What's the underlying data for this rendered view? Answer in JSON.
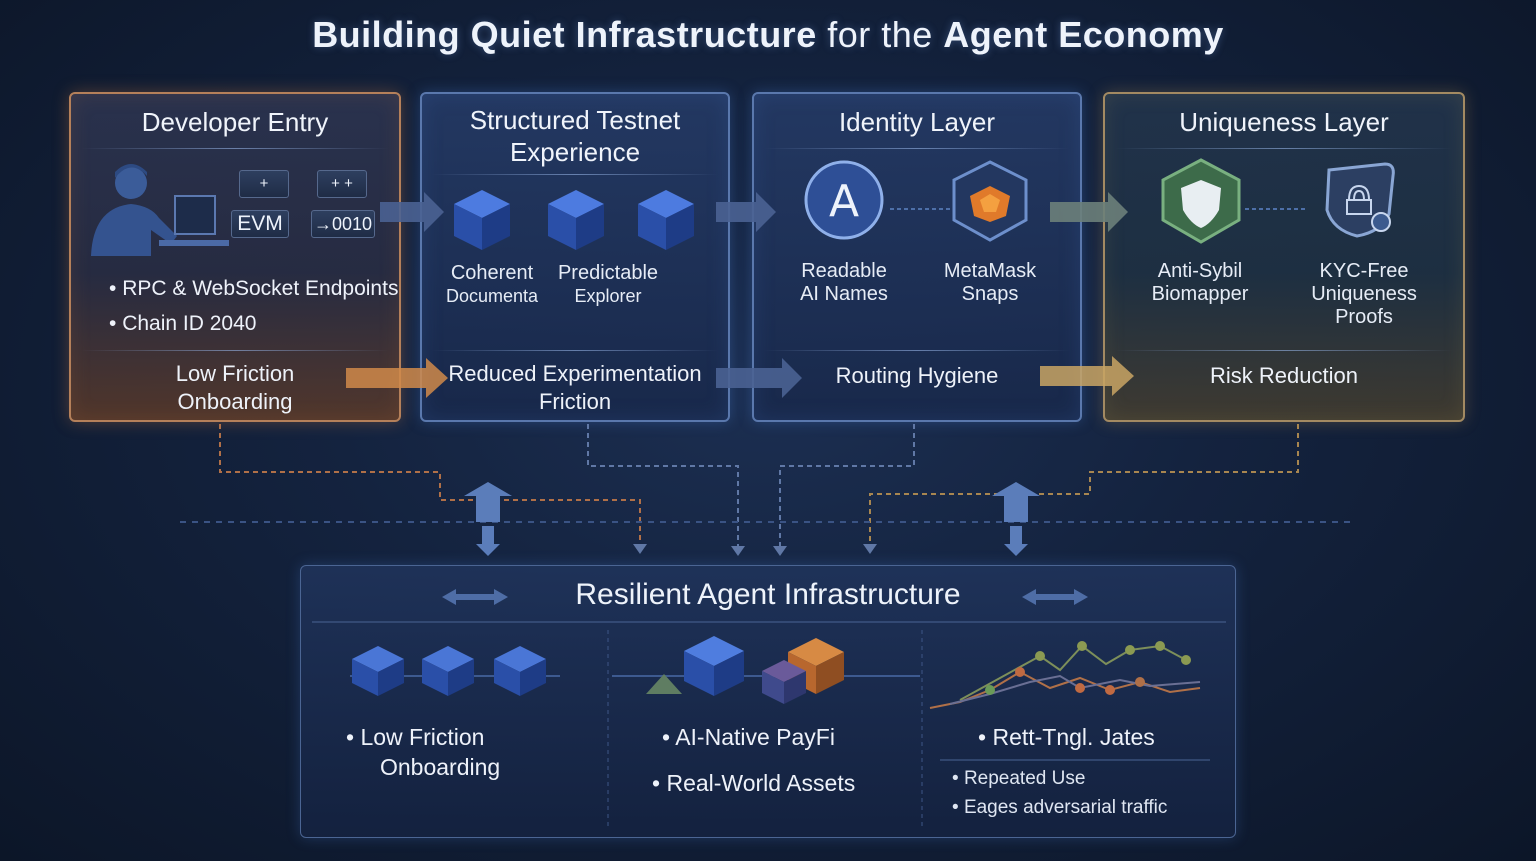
{
  "title": {
    "part1": "Building Quiet Infrastructure",
    "part2": " for the ",
    "part3": "Agent Economy"
  },
  "panels": {
    "developer": {
      "title": "Developer Entry",
      "chips": [
        "+",
        "+ +",
        "EVM",
        "→0010"
      ],
      "bullets": [
        "RPC & WebSocket Endpoints",
        "Chain ID 2040"
      ],
      "footer": [
        "Low Friction",
        "Onboarding"
      ]
    },
    "testnet": {
      "title": [
        "Structured Testnet",
        "Experience"
      ],
      "items": [
        [
          "Coherent",
          "Documenta"
        ],
        [
          "Predictable",
          "Explorer"
        ]
      ],
      "footer": [
        "Reduced Experimentation",
        "Friction"
      ]
    },
    "identity": {
      "title": "Identity Layer",
      "items": [
        [
          "Readable",
          "AI Names"
        ],
        [
          "MetaMask",
          "Snaps"
        ]
      ],
      "logo_letter": "A",
      "footer": "Routing Hygiene"
    },
    "uniqueness": {
      "title": "Uniqueness Layer",
      "items": [
        [
          "Anti-Sybil",
          "Biomapper"
        ],
        [
          "KYC-Free",
          "Uniqueness",
          "Proofs"
        ]
      ],
      "footer": "Risk Reduction"
    }
  },
  "bottom": {
    "title": "Resilient Agent Infrastructure",
    "col1": [
      "Low Friction",
      "Onboarding"
    ],
    "col2": [
      "AI-Native PayFi",
      "Real-World Assets"
    ],
    "col3_heading": "Rett-Tngl. Jates",
    "col3": [
      "Repeated Use",
      "Eages adversarial traffic"
    ]
  },
  "colors": {
    "accent_blue": "#5a78ad",
    "accent_orange": "#d08a4a",
    "accent_gold": "#c9a464",
    "cube_blue": "#2f57b8",
    "background": "#14233f"
  },
  "icons": [
    "developer-person-icon",
    "computer-icon",
    "cube-icon",
    "ai-name-icon",
    "metamask-fox-icon",
    "shield-icon",
    "fingerprint-lock-icon",
    "line-chart-icon"
  ]
}
